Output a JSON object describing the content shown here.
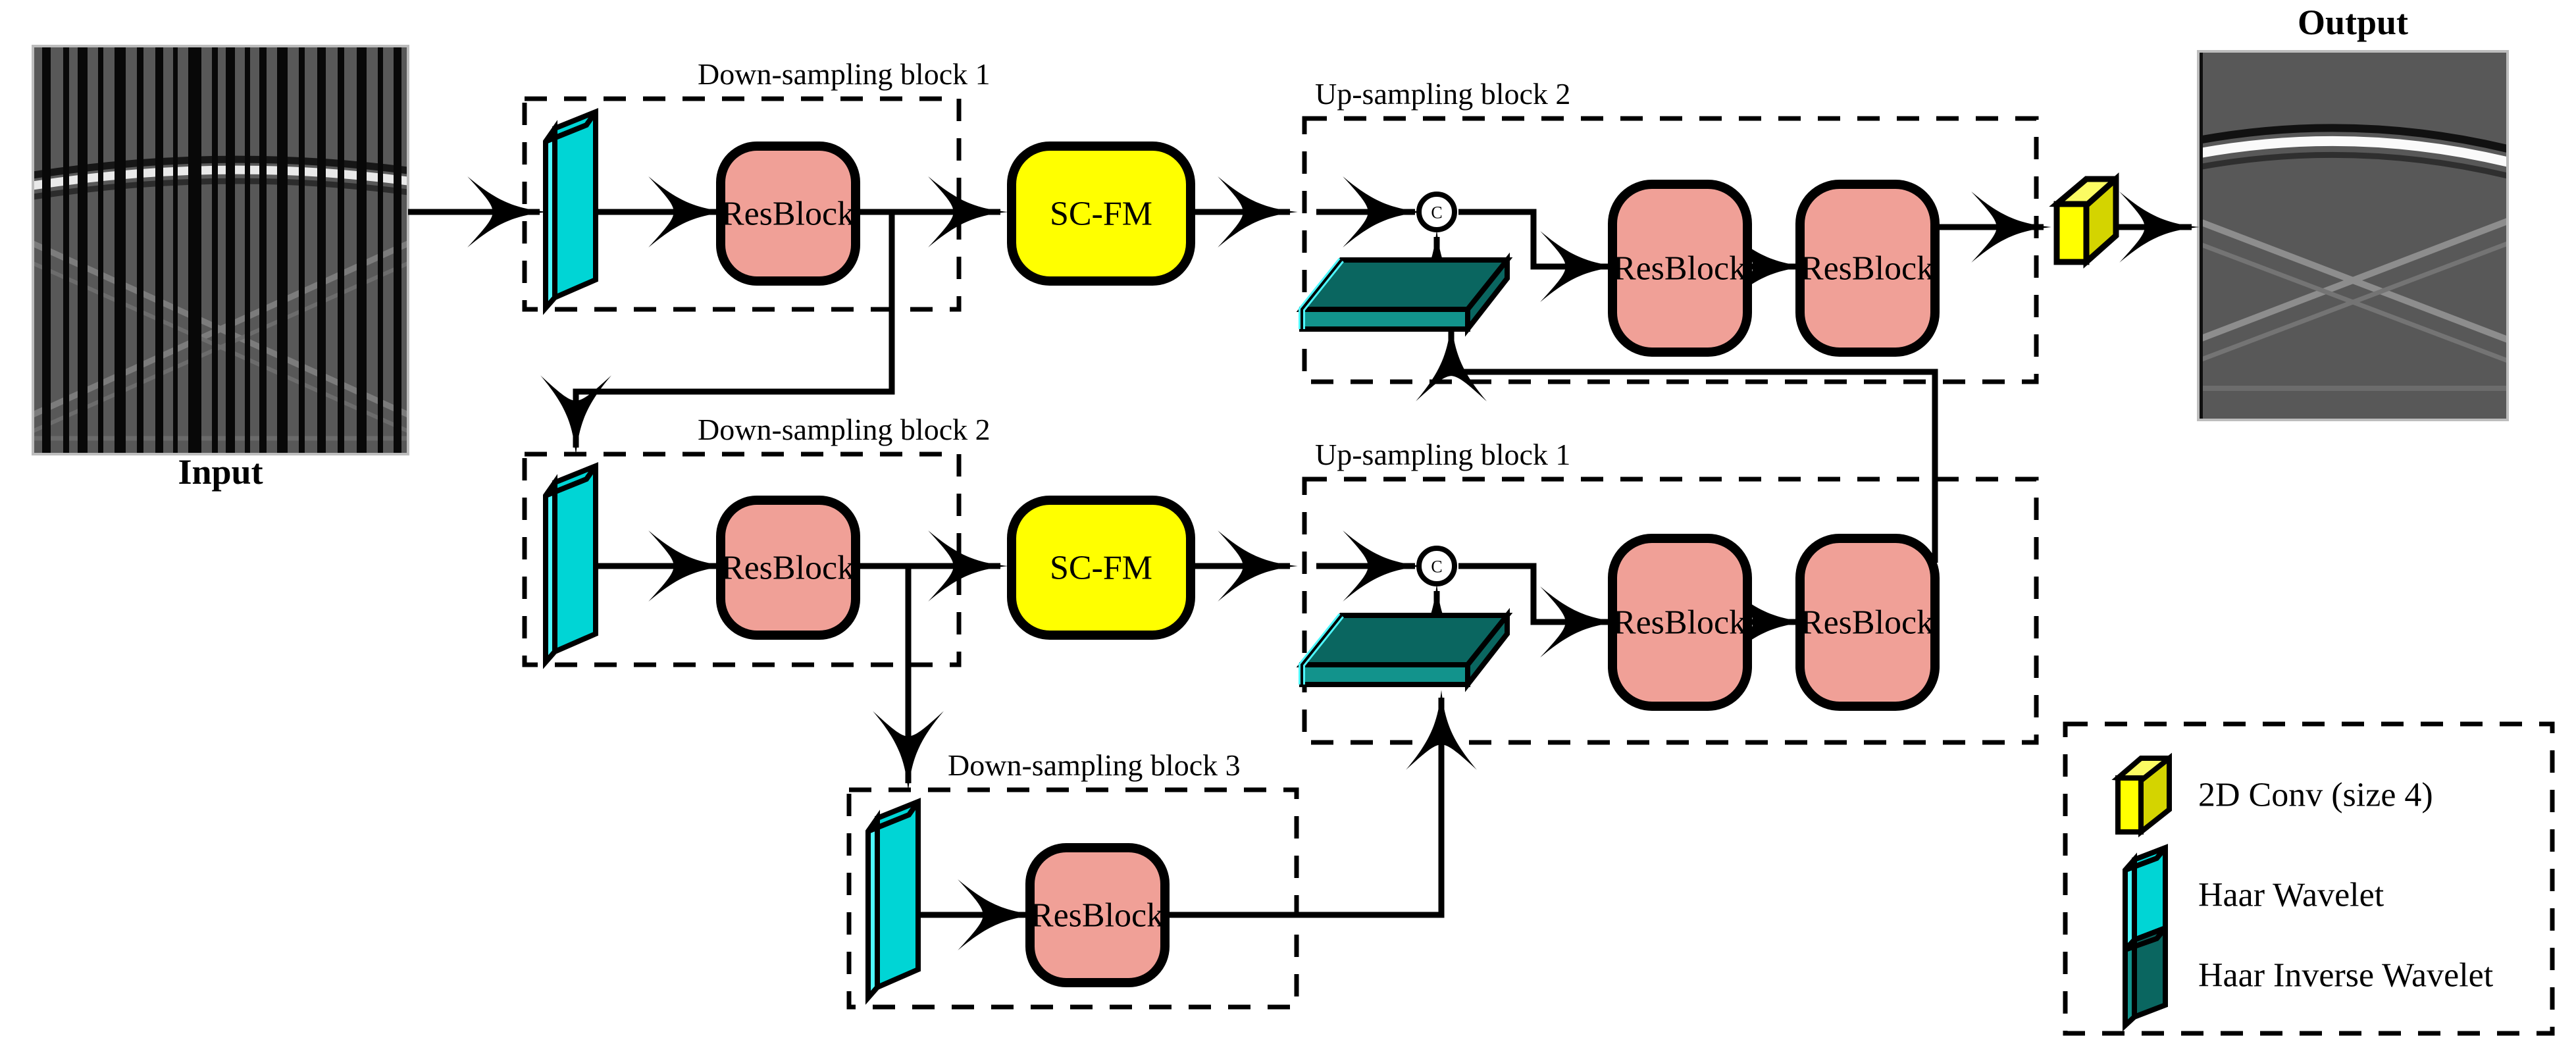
{
  "figure": {
    "type": "neural-network-architecture-diagram",
    "domain": "seismic data reconstruction / wavelet U-Net"
  },
  "io": {
    "input_label": "Input",
    "output_label": "Output",
    "input_description": "Seismic shot gather with regularly and irregularly missing traces shown as vertical black stripes over a gray background, a bright curved reflection event near the top and two crossing linear events below",
    "output_description": "Reconstructed seismic shot gather, gray background with a continuous bright curved reflection event near the top and two crossing linear events forming an X below"
  },
  "blocks": {
    "down1": {
      "title": "Down-sampling block 1",
      "wavelet": "Haar Wavelet",
      "resblock": "ResBlock"
    },
    "down2": {
      "title": "Down-sampling block 2",
      "wavelet": "Haar Wavelet",
      "resblock": "ResBlock"
    },
    "down3": {
      "title": "Down-sampling block 3",
      "wavelet": "Haar Wavelet",
      "resblock": "ResBlock"
    },
    "up1": {
      "title": "Up-sampling block 1",
      "wavelet": "Haar Inverse Wavelet",
      "concat": "C",
      "resblock_a": "ResBlock",
      "resblock_b": "ResBlock"
    },
    "up2": {
      "title": "Up-sampling block 2",
      "wavelet": "Haar Inverse Wavelet",
      "concat": "C",
      "resblock_a": "ResBlock",
      "resblock_b": "ResBlock"
    }
  },
  "modules": {
    "scfm_1": "SC-FM",
    "scfm_2": "SC-FM",
    "final_conv": "2D Conv (size 4)"
  },
  "legend": {
    "items": [
      {
        "label": "2D Conv (size 4)",
        "glyph": "yellow-cube",
        "color": "#ffff00"
      },
      {
        "label": "Haar Wavelet",
        "glyph": "cyan-slab",
        "color": "#00d5d5"
      },
      {
        "label": "Haar Inverse Wavelet",
        "glyph": "teal-slab",
        "color": "#0a6660"
      }
    ]
  },
  "colors": {
    "resblock_fill": "#f0a097",
    "scfm_fill": "#ffff00",
    "haar_wavelet_fill": "#00d5d5",
    "haar_wavelet_edge": "#4ef7ff",
    "haar_inverse_fill": "#0a6660",
    "haar_inverse_side": "#12938c",
    "conv_cube_fill": "#ffff00",
    "conv_cube_top": "#fbfb63",
    "conv_cube_side": "#d4d400",
    "outline": "#000000",
    "background": "#ffffff"
  }
}
